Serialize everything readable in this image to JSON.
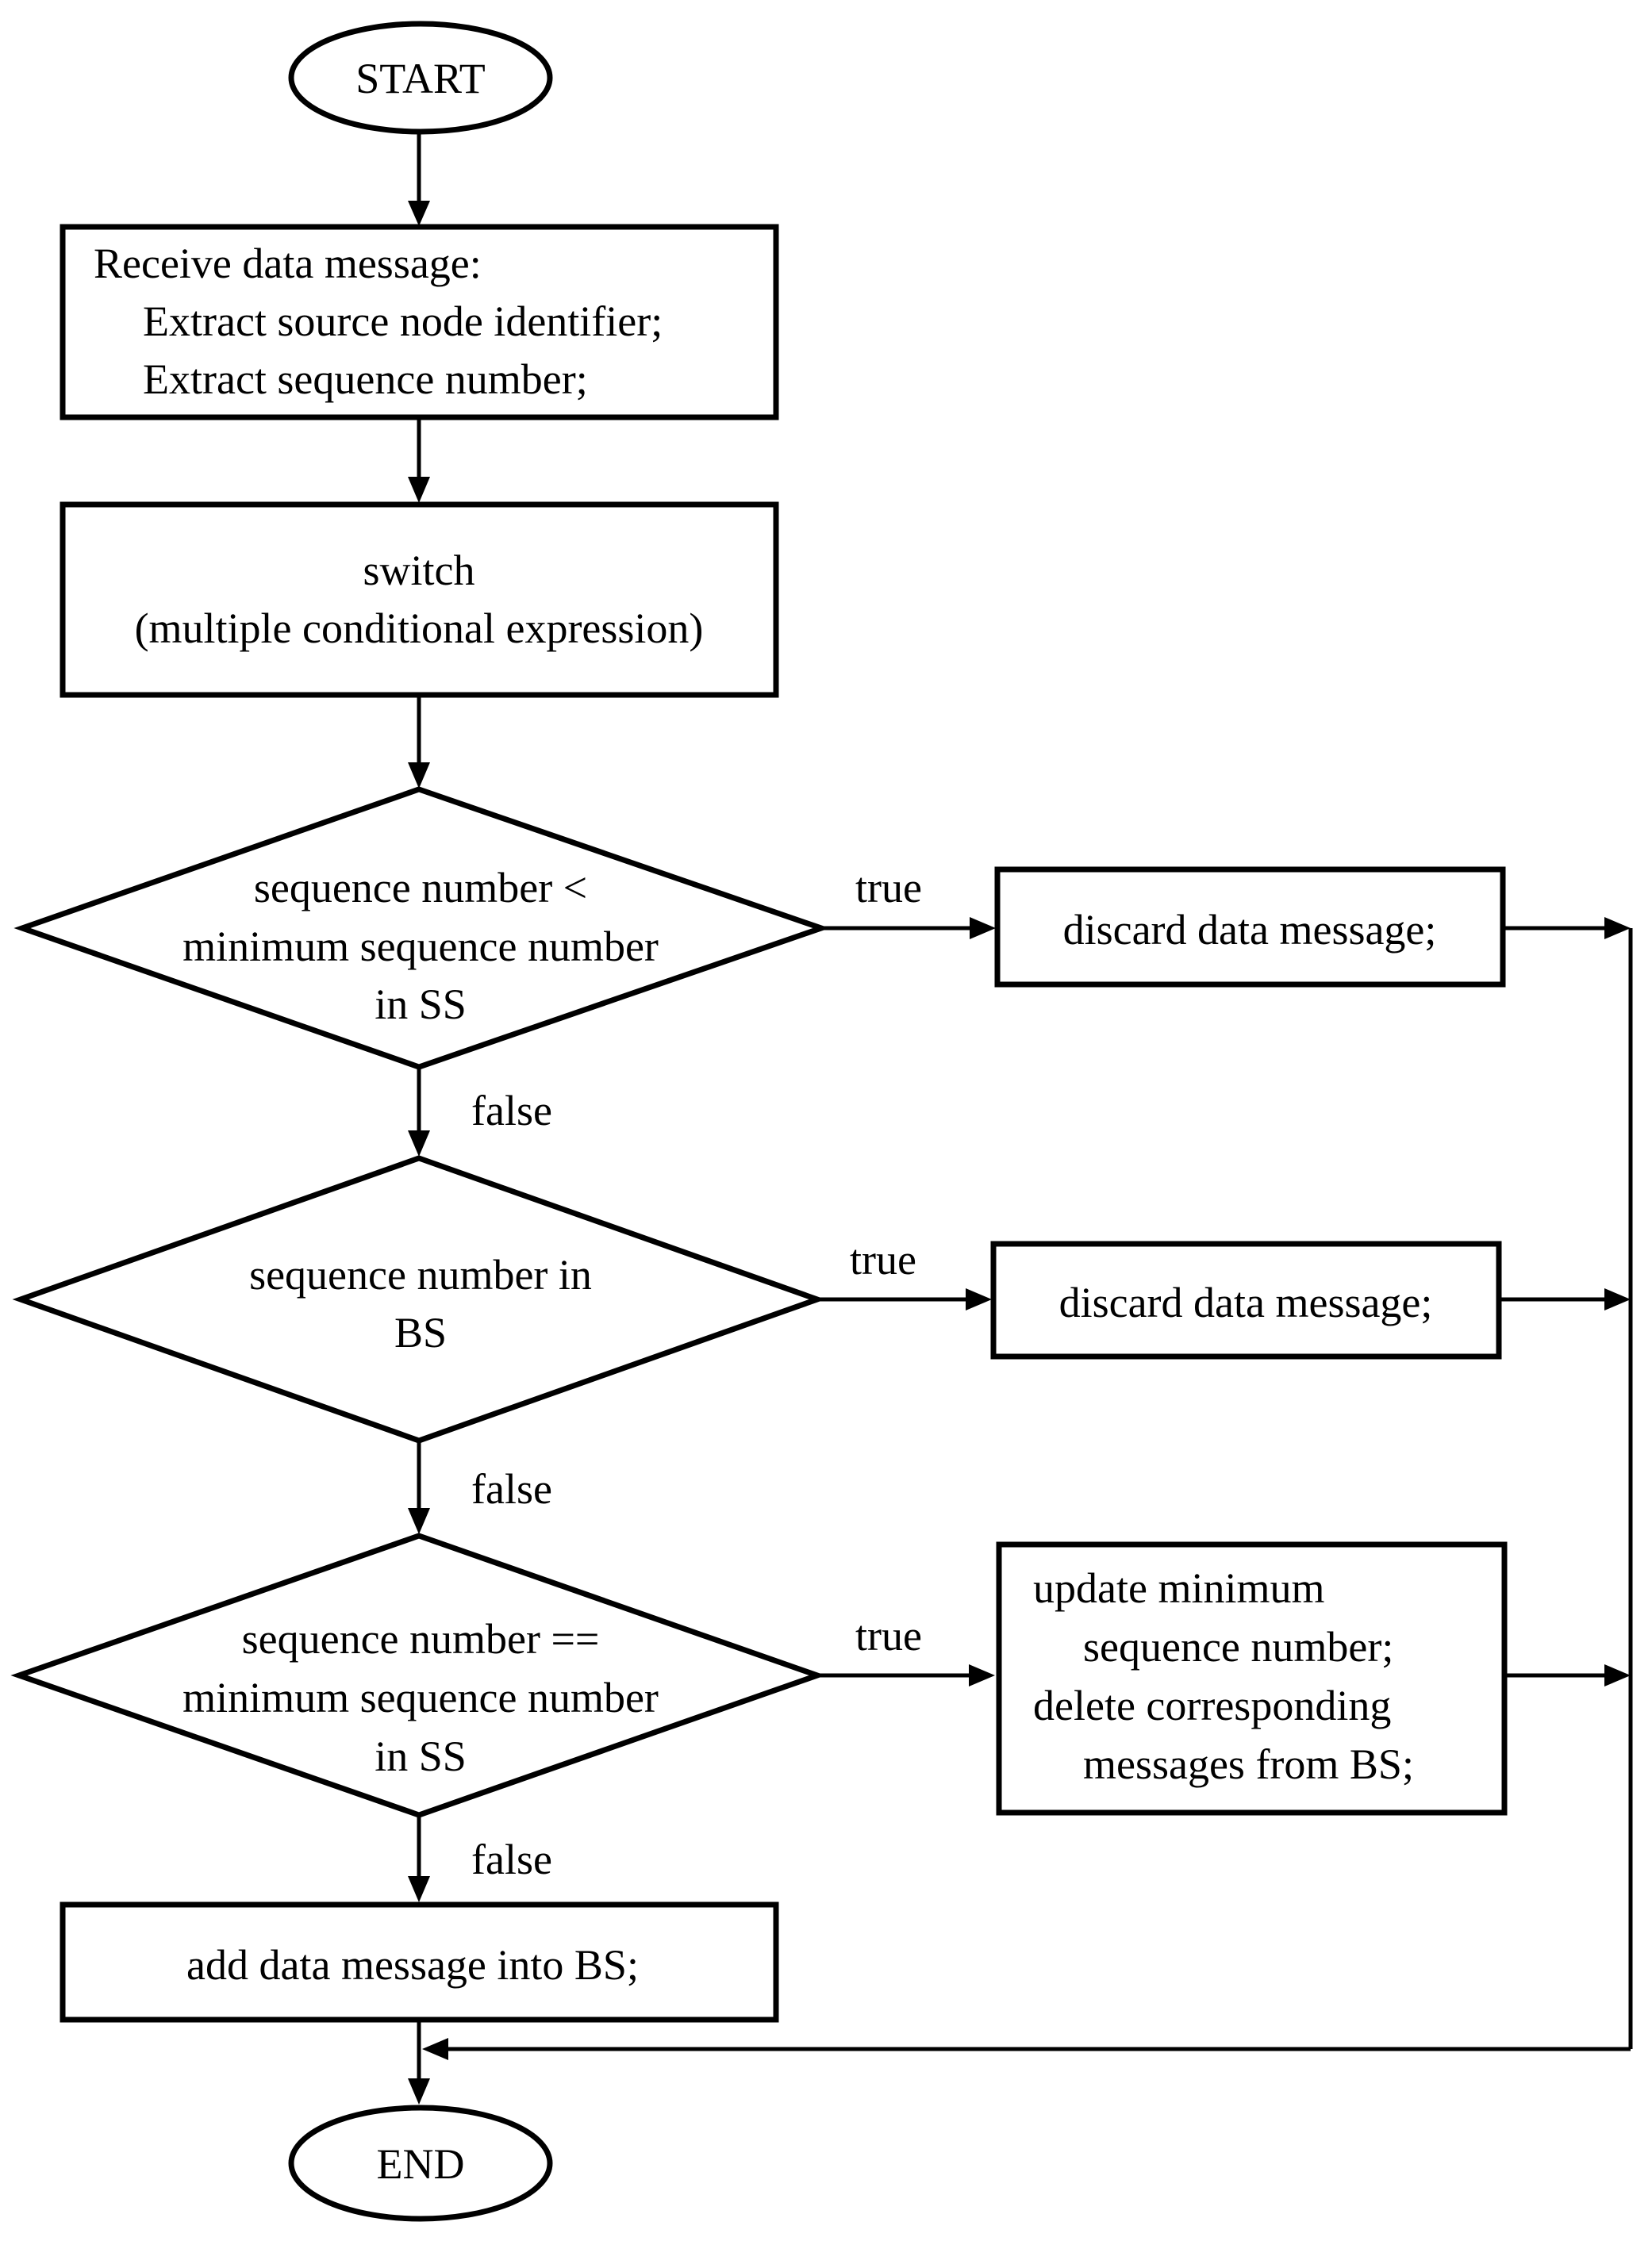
{
  "start": {
    "label": "START"
  },
  "receive": {
    "lines": [
      "Receive data message:",
      "Extract source node identifier;",
      "Extract sequence number;"
    ]
  },
  "switch": {
    "lines": [
      "switch",
      "(multiple conditional expression)"
    ]
  },
  "decision1": {
    "lines": [
      "sequence number <",
      "minimum sequence number",
      "in SS"
    ],
    "true_label": "true",
    "false_label": "false"
  },
  "action1": {
    "lines": [
      "discard data message;"
    ]
  },
  "decision2": {
    "lines": [
      "sequence number in",
      "BS"
    ],
    "true_label": "true",
    "false_label": "false"
  },
  "action2": {
    "lines": [
      "discard data message;"
    ]
  },
  "decision3": {
    "lines": [
      "sequence number ==",
      "minimum sequence number",
      "in SS"
    ],
    "true_label": "true",
    "false_label": "false"
  },
  "action3": {
    "lines": [
      "update minimum",
      "sequence number;",
      "delete corresponding",
      "messages from BS;"
    ]
  },
  "add": {
    "lines": [
      "add data message into BS;"
    ]
  },
  "end": {
    "label": "END"
  }
}
